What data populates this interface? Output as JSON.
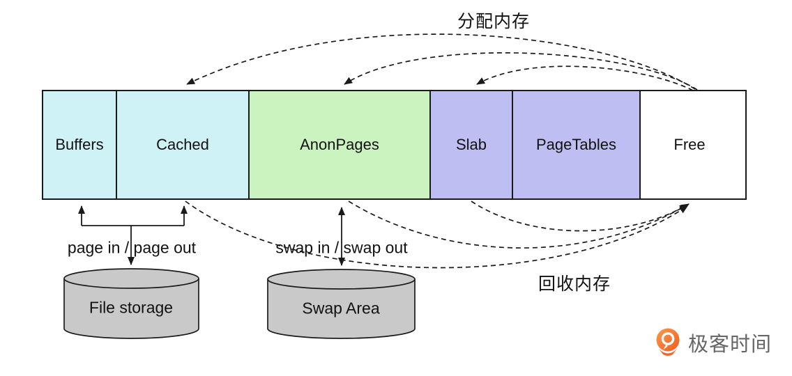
{
  "labels": {
    "allocate": "分配内存",
    "reclaim": "回收内存",
    "page_io": "page in / page out",
    "swap_io": "swap in / swap out"
  },
  "memory_bar": {
    "segments": [
      {
        "label": "Buffers",
        "color": "#cff2f7"
      },
      {
        "label": "Cached",
        "color": "#cff2f7"
      },
      {
        "label": "AnonPages",
        "color": "#cbf3bf"
      },
      {
        "label": "Slab",
        "color": "#bfbef2"
      },
      {
        "label": "PageTables",
        "color": "#bfbef2"
      },
      {
        "label": "Free",
        "color": "#ffffff"
      }
    ]
  },
  "storage": {
    "file_label": "File storage",
    "swap_label": "Swap Area",
    "cylinder_color": "#c9c9c9"
  },
  "logo": {
    "text": "极客时间",
    "icon": "geektime-q-icon",
    "orange": "#f4682a",
    "text_color": "#666666"
  },
  "line_color": "#1a1a1a"
}
